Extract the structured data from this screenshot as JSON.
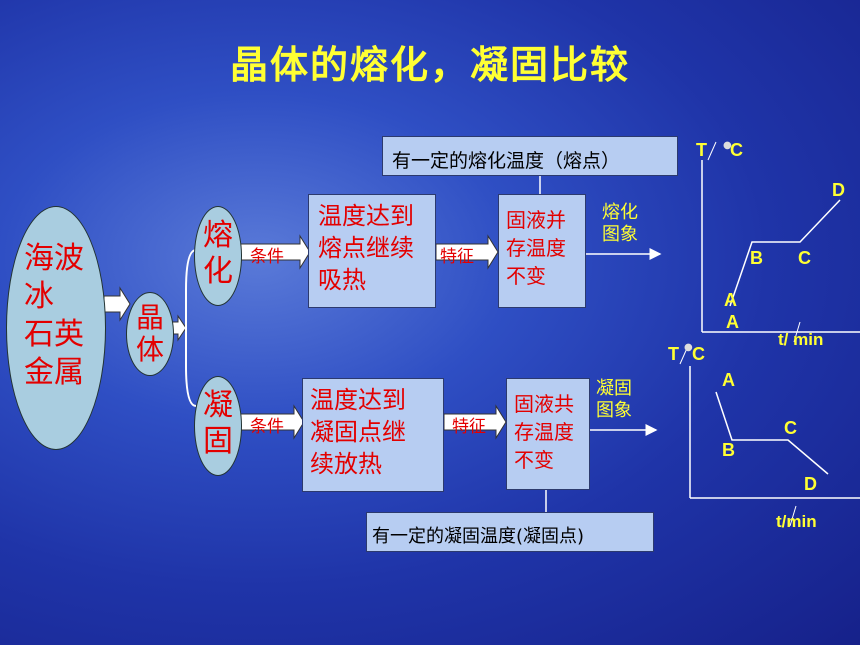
{
  "title": "晶体的熔化，凝固比较",
  "left_ellipse": [
    "海波",
    "冰",
    "石英",
    "金属"
  ],
  "center_ellipse": [
    "晶",
    "体"
  ],
  "melt": {
    "node": [
      "熔",
      "化"
    ],
    "condition_label": "条件",
    "condition": [
      "温度达到",
      "熔点继续",
      "吸热"
    ],
    "feature_label": "特征",
    "feature": [
      "固液并",
      "存温度",
      "不变"
    ],
    "graph_label": [
      "熔化",
      "图象"
    ],
    "top_note": "有一定的熔化温度（熔点）"
  },
  "freeze": {
    "node": [
      "凝",
      "固"
    ],
    "condition_label": "条件",
    "condition": [
      "温度达到",
      "凝固点继",
      "续放热"
    ],
    "feature_label": "特征",
    "feature": [
      "固液共",
      "存温度",
      "不变"
    ],
    "graph_label": [
      "凝固",
      "图象"
    ],
    "bottom_note": "有一定的凝固温度(凝固点)"
  },
  "graph_melt": {
    "y_label": "T",
    "y_unit": "C",
    "x_label": "t/ min",
    "points": [
      "A",
      "B",
      "C",
      "D"
    ],
    "extra": "A"
  },
  "graph_freeze": {
    "y_label": "T",
    "y_unit": "C",
    "x_label": "t/min",
    "points": [
      "A",
      "B",
      "C",
      "D"
    ]
  }
}
